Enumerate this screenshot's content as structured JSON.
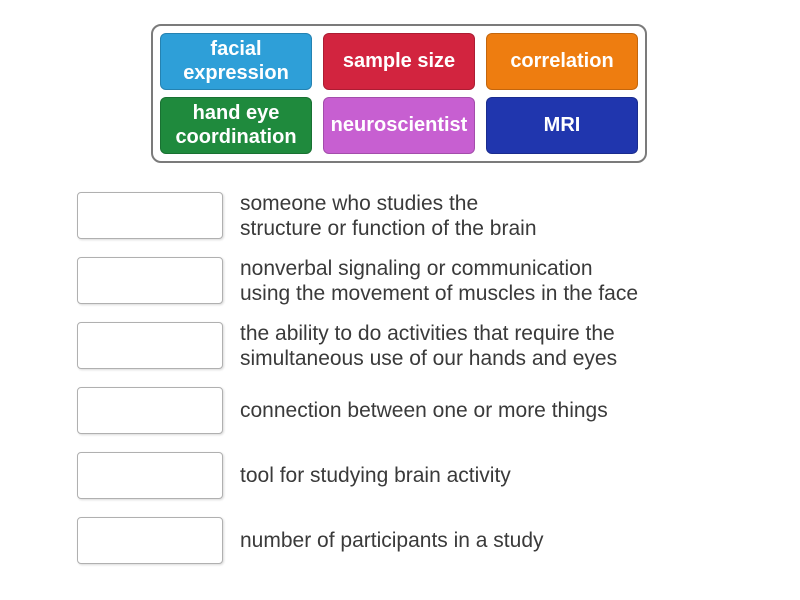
{
  "bank": {
    "tiles": [
      {
        "label": "facial\nexpression",
        "color": "#2e9fd8"
      },
      {
        "label": "sample size",
        "color": "#d2243f"
      },
      {
        "label": "correlation",
        "color": "#ee7d10"
      },
      {
        "label": "hand eye\ncoordination",
        "color": "#1f8a3d"
      },
      {
        "label": "neuroscientist",
        "color": "#c75fd1"
      },
      {
        "label": "MRI",
        "color": "#2036ae"
      }
    ]
  },
  "rows": [
    {
      "definition": "someone who studies the\nstructure or function of the brain"
    },
    {
      "definition": "nonverbal signaling or communication\nusing the movement of muscles in the face"
    },
    {
      "definition": "the ability to do activities that require the\nsimultaneous use of our hands and eyes"
    },
    {
      "definition": "connection between one or more things"
    },
    {
      "definition": "tool for studying brain activity"
    },
    {
      "definition": "number of participants in a study"
    }
  ]
}
